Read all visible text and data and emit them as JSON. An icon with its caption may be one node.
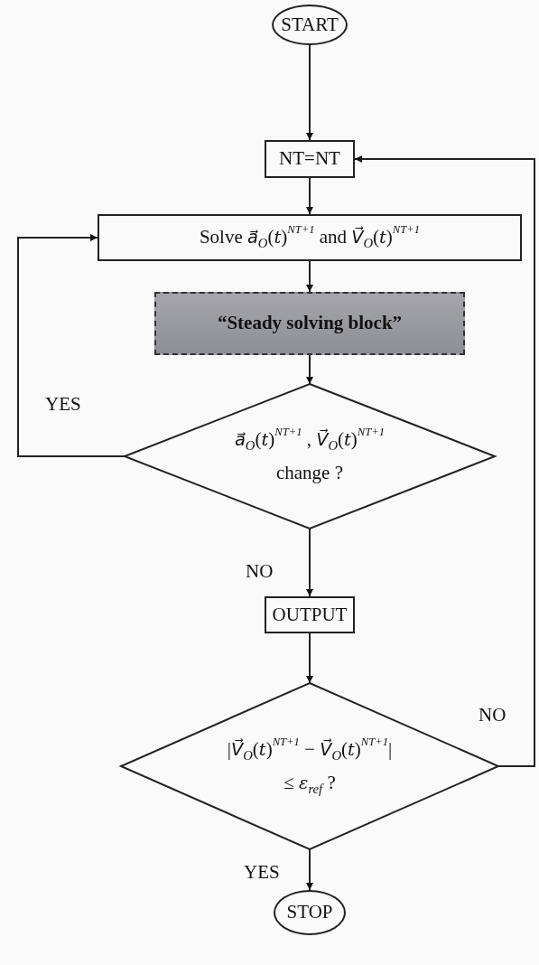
{
  "diagram": {
    "nodes": [
      {
        "text": [
          "START"
        ]
      },
      {
        "text": [
          "NT=NT"
        ]
      },
      {
        "text": [
          "Solve *a⃗*$_{O}$(*t*)$^{NT+1}$ and *V⃗*$_{O}$(*t*)$^{NT+1}$"
        ]
      },
      {
        "text": [
          "“Steady solving block”"
        ]
      },
      {
        "text": [
          "*a⃗*$_{O}$(*t*)$^{NT+1}$ , *V⃗*$_{O}$(*t*)$^{NT+1}$",
          "change ?"
        ]
      },
      {
        "text": [
          "OUTPUT"
        ]
      },
      {
        "text": [
          "|*V⃗*$_{O}$(*t*)$^{NT+1}$ − *V⃗*$_{O}$(*t*)$^{NT+1}$|",
          "≤ *ε*$_{ref}$ ?"
        ]
      },
      {
        "text": [
          "STOP"
        ]
      }
    ],
    "edges": [
      {
        "from": 0,
        "to": 1,
        "arrow": "to"
      },
      {
        "from": 1,
        "to": 2,
        "arrow": "to"
      },
      {
        "from": 2,
        "to": 3,
        "arrow": "to"
      },
      {
        "from": 3,
        "to": 4,
        "arrow": "to"
      },
      {
        "from": 4,
        "to": 2,
        "arrow": "to",
        "label": "YES"
      },
      {
        "from": 4,
        "to": 5,
        "arrow": "to",
        "label": "NO"
      },
      {
        "from": 5,
        "to": 6,
        "arrow": "to"
      },
      {
        "from": 6,
        "to": 1,
        "arrow": "to",
        "label": "NO"
      },
      {
        "from": 6,
        "to": 7,
        "arrow": "to",
        "label": "YES"
      }
    ]
  }
}
